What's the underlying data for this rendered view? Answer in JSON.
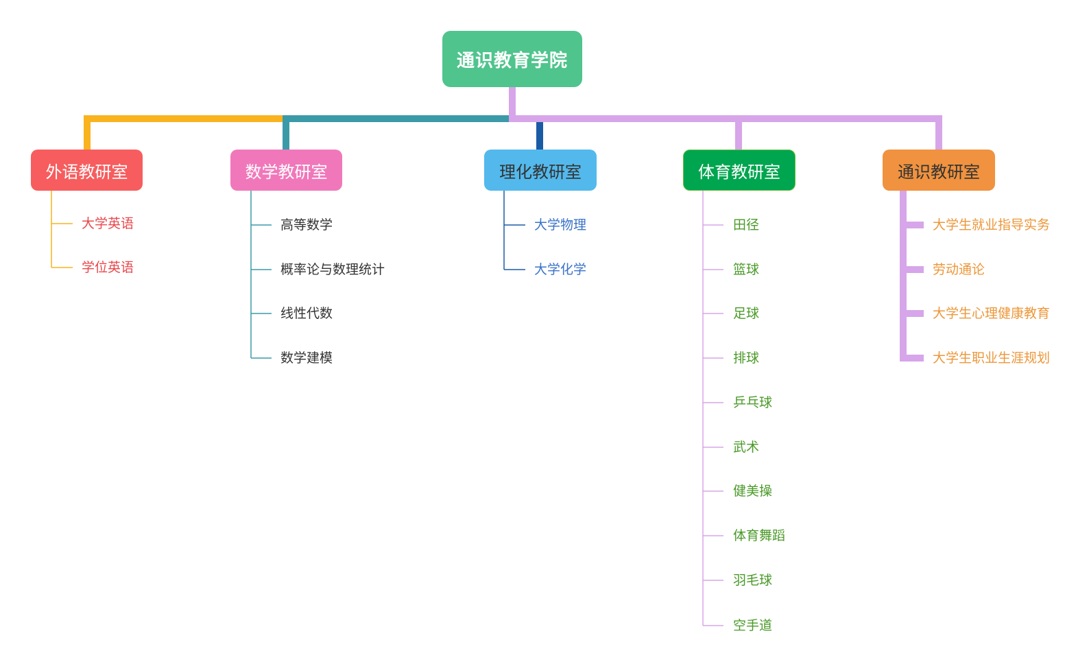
{
  "root": {
    "label": "通识教育学院",
    "color": "#4fc48c"
  },
  "departments": [
    {
      "label": "外语教研室",
      "color": "#f75d5e",
      "line_color": "#f9b31e",
      "courses": [
        "大学英语",
        "学位英语"
      ]
    },
    {
      "label": "数学教研室",
      "color": "#f078ba",
      "line_color": "#3b9aa8",
      "courses": [
        "高等数学",
        "概率论与数理统计",
        "线性代数",
        "数学建模"
      ]
    },
    {
      "label": "理化教研室",
      "color": "#53b9ec",
      "line_color": "#1a5ba6",
      "courses": [
        "大学物理",
        "大学化学"
      ]
    },
    {
      "label": "体育教研室",
      "color": "#00a54f",
      "line_color": "#d7a5e9",
      "courses": [
        "田径",
        "篮球",
        "足球",
        "排球",
        "乒乓球",
        "武术",
        "健美操",
        "体育舞蹈",
        "羽毛球",
        "空手道"
      ]
    },
    {
      "label": "通识教研室",
      "color": "#f0923f",
      "line_color": "#d7a5e9",
      "courses": [
        "大学生就业指导实务",
        "劳动通论",
        "大学生心理健康教育",
        "大学生职业生涯规划"
      ]
    }
  ]
}
